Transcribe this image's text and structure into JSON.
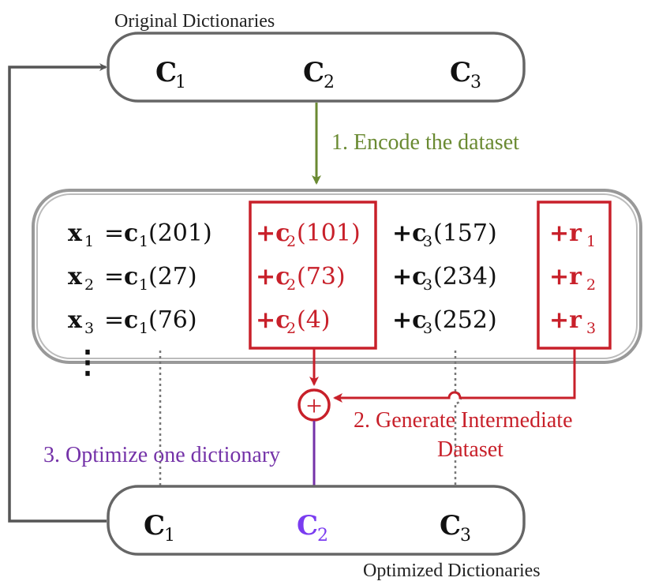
{
  "labels": {
    "original_dictionaries": "Original Dictionaries",
    "optimized_dictionaries": "Optimized Dictionaries",
    "step1": "1. Encode the dataset",
    "step2_line1": "2. Generate Intermediate",
    "step2_line2": "Dataset",
    "step3": "3. Optimize one dictionary"
  },
  "top_dicts": [
    {
      "base": "C",
      "sub": "1"
    },
    {
      "base": "C",
      "sub": "2"
    },
    {
      "base": "C",
      "sub": "3"
    }
  ],
  "bottom_dicts": [
    {
      "base": "C",
      "sub": "1"
    },
    {
      "base": "C",
      "sub": "2"
    },
    {
      "base": "C",
      "sub": "3"
    }
  ],
  "rows": [
    {
      "x": "x",
      "xs": "1",
      "eq": "=",
      "c1": "c",
      "c1s": "1",
      "v1": "(201)",
      "c2": "+c",
      "c2s": "2",
      "v2": "(101)",
      "c3": "+c",
      "c3s": "3",
      "v3": "(157)",
      "r": "+r",
      "rs": "1"
    },
    {
      "x": "x",
      "xs": "2",
      "eq": "=",
      "c1": "c",
      "c1s": "1",
      "v1": "(27)",
      "c2": "+c",
      "c2s": "2",
      "v2": "(73)",
      "c3": "+c",
      "c3s": "3",
      "v3": "(234)",
      "r": "+r",
      "rs": "2"
    },
    {
      "x": "x",
      "xs": "3",
      "eq": "=",
      "c1": "c",
      "c1s": "1",
      "v1": "(76)",
      "c2": "+c",
      "c2s": "2",
      "v2": "(4)",
      "c3": "+c",
      "c3s": "3",
      "v3": "(252)",
      "r": "+r",
      "rs": "3"
    }
  ],
  "ellipsis": "⋮",
  "plus_symbol": "+",
  "colors": {
    "green": "#6a8a32",
    "red": "#c8202a",
    "purple": "#7432a8",
    "dict_highlight": "#7a3cf0",
    "gray": "#666666",
    "dark": "#555555"
  }
}
